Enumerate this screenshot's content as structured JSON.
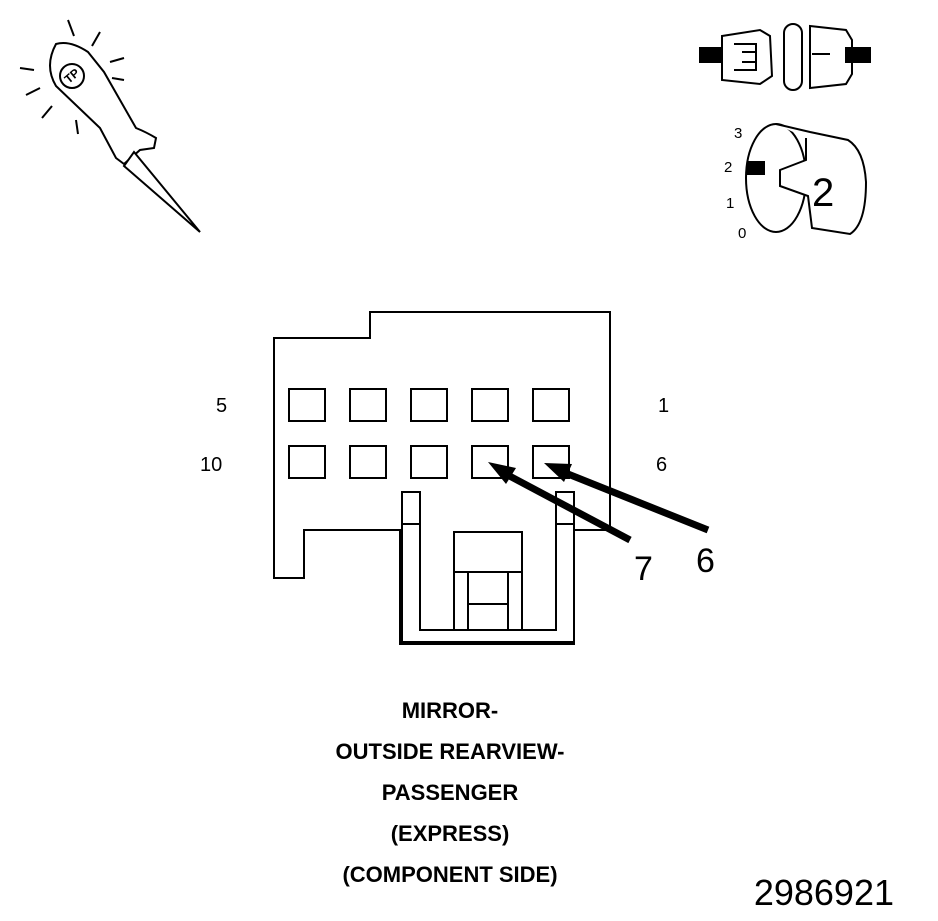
{
  "tool_icon": {
    "label": "TP"
  },
  "ignition": {
    "positions": [
      "3",
      "2",
      "1",
      "0"
    ],
    "selected": "2"
  },
  "connector": {
    "pin_labels": {
      "top_left": "5",
      "top_right": "1",
      "bottom_left": "10",
      "bottom_right": "6"
    },
    "callouts": [
      "7",
      "6"
    ]
  },
  "caption": {
    "lines": [
      "MIRROR-",
      "OUTSIDE REARVIEW-",
      "PASSENGER",
      "(EXPRESS)",
      "(COMPONENT SIDE)"
    ]
  },
  "figure_id": "2986921"
}
